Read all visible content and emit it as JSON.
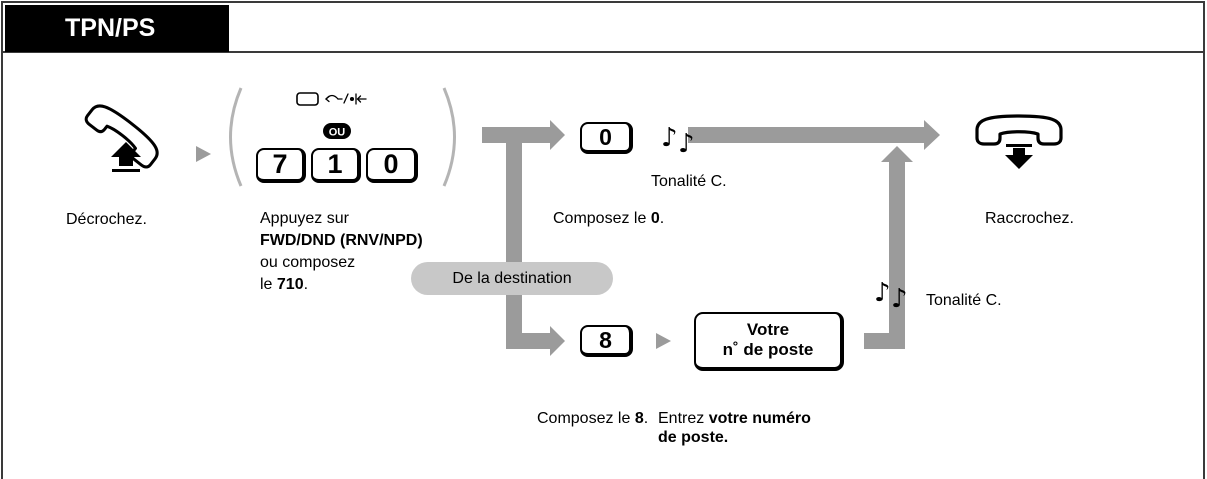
{
  "header": {
    "tab_label": "TPN/PS"
  },
  "colors": {
    "tab": "#000000",
    "flow_arrow": "#9b9b9b",
    "bracket": "#b4b4b4",
    "branch_pill": "#c8c8c8"
  },
  "icons": {
    "off_hook": "off-hook-handset-icon",
    "on_hook": "on-hook-handset-icon",
    "flexible_button": "flexible-button-icon",
    "fwd_dnd": "fwd-dnd-icon",
    "confirmation_tone": "music-note-icon"
  },
  "steps": {
    "off_hook": {
      "label": "Décrochez."
    },
    "select": {
      "or_label": "OU",
      "keys": [
        "7",
        "1",
        "0"
      ],
      "label_line1": "Appuyez sur",
      "label_line2": "FWD/DND (RNV/NPD)",
      "label_line3": "ou composez",
      "label_line4_prefix": "le ",
      "label_line4_code": "710",
      "label_line4_suffix": "."
    },
    "cancel": {
      "key": "0",
      "tone_label": "Tonalité C.",
      "label_prefix": "Composez le ",
      "label_key": "0",
      "label_suffix": "."
    },
    "on_hook": {
      "label": "Raccrochez."
    },
    "branch": {
      "label": "De la destination"
    },
    "from_destination": {
      "key": "8",
      "ext_box_line1": "Votre",
      "ext_box_line2": "n˚ de poste",
      "tone_label": "Tonalité C.",
      "key_label_prefix": "Composez le ",
      "key_label_key": "8",
      "key_label_suffix": ".",
      "ext_label_prefix": "Entrez ",
      "ext_label_bold_line1": "votre numéro",
      "ext_label_bold_line2": "de poste."
    }
  }
}
